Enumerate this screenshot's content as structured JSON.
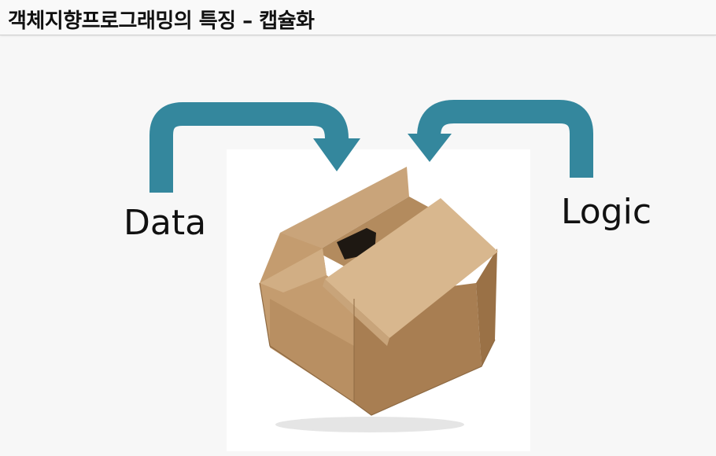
{
  "slide": {
    "title": "객체지향프로그래밍의 특징 – 캡슐화"
  },
  "diagram": {
    "labels": {
      "data": "Data",
      "logic": "Logic"
    },
    "colors": {
      "arrow": "#34879d",
      "background": "#f7f7f7"
    },
    "icons": {
      "box": "cardboard-box-icon",
      "left_arrow": "curved-arrow-down-right-icon",
      "right_arrow": "curved-arrow-down-left-icon"
    }
  }
}
